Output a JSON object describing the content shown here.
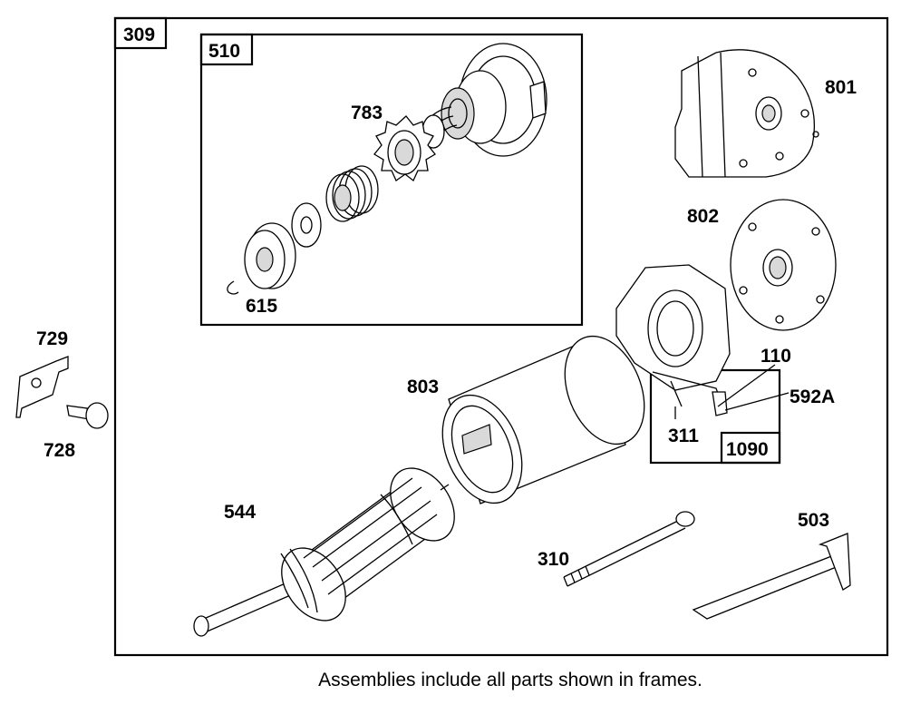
{
  "frames": {
    "outer": "309",
    "drive": "510",
    "brush": "1090"
  },
  "parts": {
    "p801": "801",
    "p783": "783",
    "p802": "802",
    "p729": "729",
    "p615": "615",
    "p110": "110",
    "p803": "803",
    "p592a": "592A",
    "p728": "728",
    "p311": "311",
    "p544": "544",
    "p503": "503",
    "p310": "310"
  },
  "caption": "Assemblies include all parts shown in frames."
}
